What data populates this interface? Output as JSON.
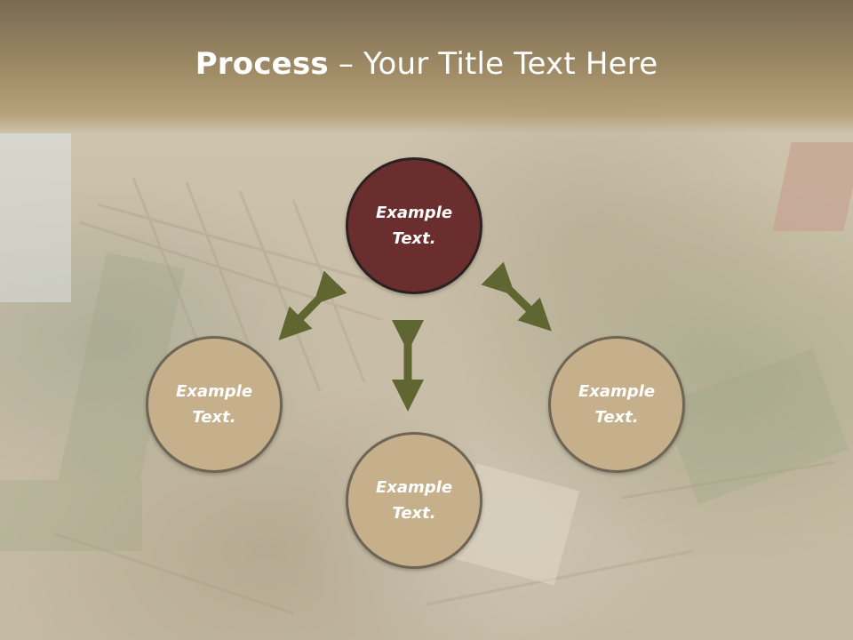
{
  "slide": {
    "title_bold": "Process",
    "title_rest": " – Your Title Text Here"
  },
  "diagram": {
    "nodes": [
      {
        "id": "top",
        "label": "Example Text."
      },
      {
        "id": "left",
        "label": "Example Text."
      },
      {
        "id": "right",
        "label": "Example Text."
      },
      {
        "id": "bottom",
        "label": "Example Text."
      }
    ],
    "connectors": [
      {
        "from": "top",
        "to": "left",
        "style": "double-arrow"
      },
      {
        "from": "top",
        "to": "right",
        "style": "double-arrow"
      },
      {
        "from": "top",
        "to": "bottom",
        "style": "double-arrow"
      }
    ],
    "colors": {
      "top_node": "#6b2e2f",
      "other_nodes": "#c6b08c",
      "node_border": "#6f6555",
      "arrows": "#5f6631",
      "header": "#a08c66"
    }
  }
}
